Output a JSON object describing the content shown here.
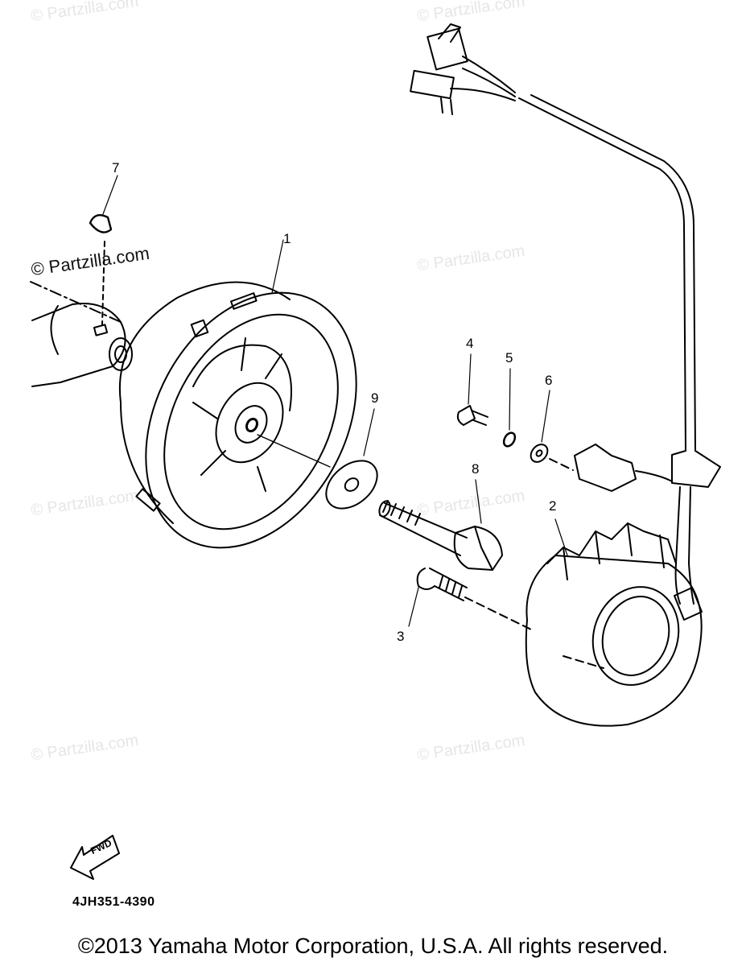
{
  "watermark": "© Partzilla.com",
  "callouts": {
    "p1": "1",
    "p2": "2",
    "p3": "3",
    "p4": "4",
    "p5": "5",
    "p6": "6",
    "p7": "7",
    "p8": "8",
    "p9": "9"
  },
  "fwd_label": "FWD",
  "diagram_code": "4JH351-4390",
  "copyright": "©2013 Yamaha Motor Corporation, U.S.A. All rights reserved."
}
